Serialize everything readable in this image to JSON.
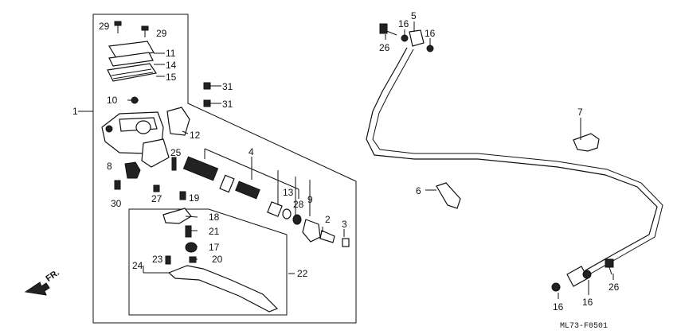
{
  "labels": {
    "n1": "1",
    "n2": "2",
    "n3": "3",
    "n4": "4",
    "n5": "5",
    "n6": "6",
    "n7": "7",
    "n8": "8",
    "n9": "9",
    "n10": "10",
    "n11": "11",
    "n12": "12",
    "n13": "13",
    "n14": "14",
    "n15": "15",
    "n16a": "16",
    "n16b": "16",
    "n16c": "16",
    "n16d": "16",
    "n17": "17",
    "n18": "18",
    "n19": "19",
    "n20": "20",
    "n21": "21",
    "n22": "22",
    "n23": "23",
    "n24": "24",
    "n25": "25",
    "n26a": "26",
    "n26b": "26",
    "n27": "27",
    "n28": "28",
    "n29a": "29",
    "n29b": "29",
    "n30": "30",
    "n31a": "31",
    "n31b": "31"
  },
  "direction_label": "FR.",
  "diagram_code": "ML73-F0501"
}
